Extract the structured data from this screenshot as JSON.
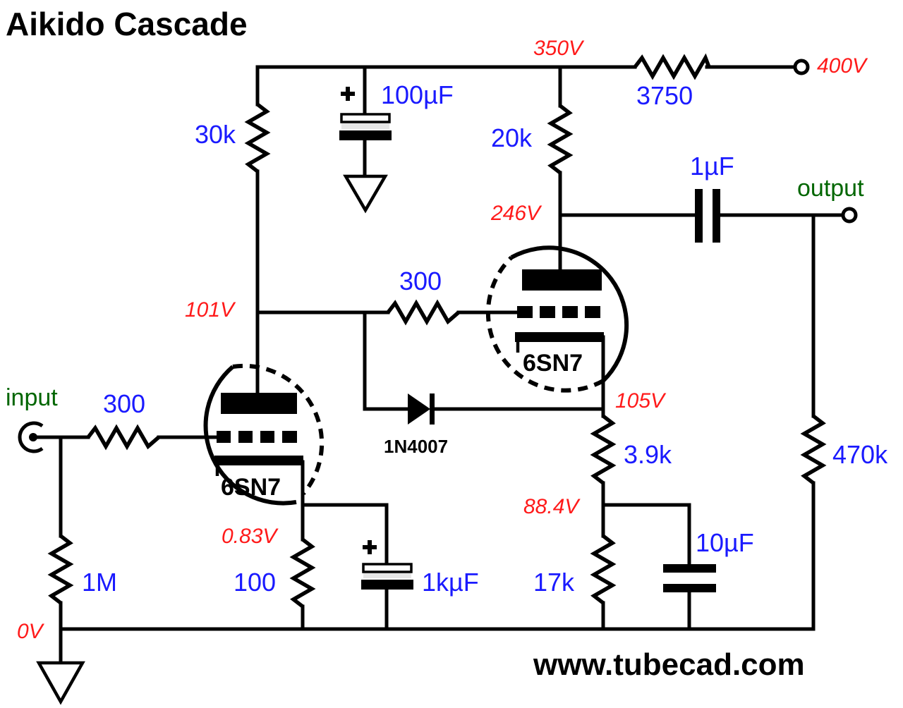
{
  "title": "Aikido Cascade",
  "website": "www.tubecad.com",
  "colors": {
    "component_value": "#1a1aff",
    "node_voltage": "#ff1a1a",
    "port_label": "#006600",
    "wire": "#000000"
  },
  "ports": {
    "input": "input",
    "output": "output"
  },
  "tubes": {
    "upper": "6SN7",
    "lower": "6SN7"
  },
  "components": {
    "r_supply": "3750",
    "r_30k": "30k",
    "r_20k": "20k",
    "r_grid_upper": "300",
    "r_grid_lower": "300",
    "r_input": "1M",
    "r_cathode_lower": "100",
    "r_3_9k": "3.9k",
    "r_17k": "17k",
    "r_470k": "470k",
    "c_supply": "100µF",
    "c_output": "1µF",
    "c_cathode": "1kµF",
    "c_bias": "10µF",
    "diode": "1N4007"
  },
  "voltages": {
    "supply_in": "400V",
    "supply_node": "350V",
    "upper_plate": "246V",
    "lower_plate": "101V",
    "upper_cathode": "105V",
    "divider_mid": "88.4V",
    "lower_cathode": "0.83V",
    "ground": "0V"
  }
}
